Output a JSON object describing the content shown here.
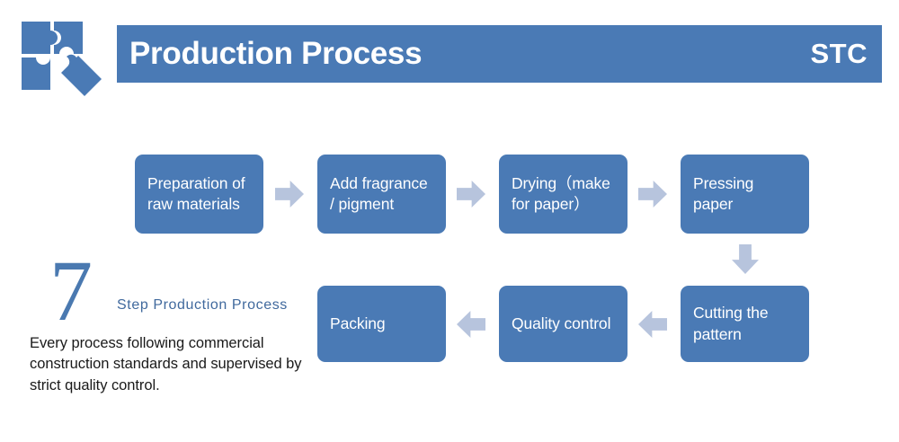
{
  "header": {
    "title": "Production Process",
    "brand": "STC",
    "bar_color": "#4a7ab5",
    "title_color": "#ffffff"
  },
  "logo": {
    "name": "puzzle-pieces-logo",
    "color": "#4a7ab5"
  },
  "flow": {
    "box_color": "#4a7ab5",
    "box_text_color": "#ffffff",
    "arrow_color": "#b7c4dd",
    "steps": [
      {
        "id": "prep",
        "label": "Preparation of raw materials"
      },
      {
        "id": "frag",
        "label": "Add fragrance / pigment"
      },
      {
        "id": "dry",
        "label": "Drying（make for paper）"
      },
      {
        "id": "press",
        "label": "Pressing paper"
      },
      {
        "id": "cut",
        "label": "Cutting the pattern"
      },
      {
        "id": "qc",
        "label": "Quality control"
      },
      {
        "id": "pack",
        "label": "Packing"
      }
    ],
    "connectors": [
      {
        "id": "arrow-1",
        "direction": "right"
      },
      {
        "id": "arrow-2",
        "direction": "right"
      },
      {
        "id": "arrow-3",
        "direction": "right"
      },
      {
        "id": "arrow-4",
        "direction": "down"
      },
      {
        "id": "arrow-5",
        "direction": "left"
      },
      {
        "id": "arrow-6",
        "direction": "left"
      }
    ]
  },
  "summary": {
    "count": "7",
    "count_color": "#4a79b0",
    "caption": "Step Production Process",
    "caption_color": "#40699d",
    "description": "Every process following commercial construction standards and supervised by strict quality control."
  }
}
